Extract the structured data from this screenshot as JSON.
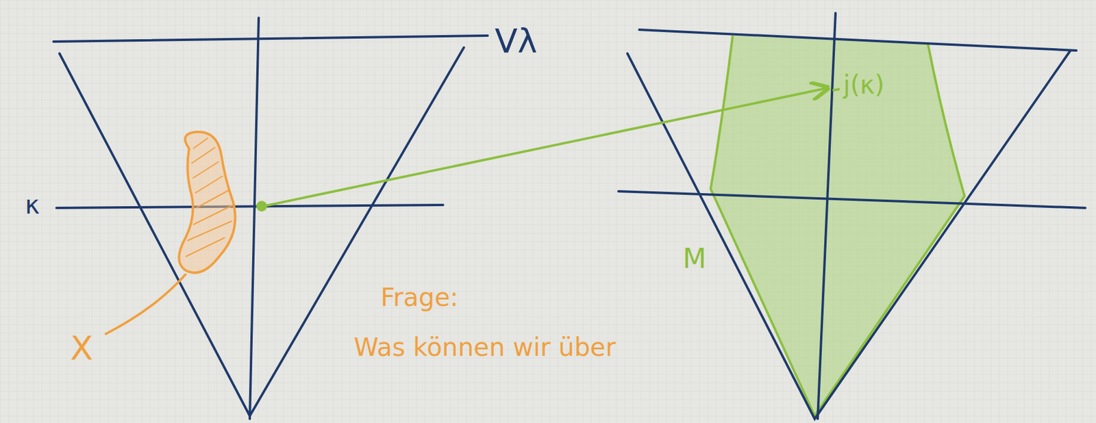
{
  "diagram": {
    "labels": [
      "Vλ",
      "κ",
      "X",
      "j(κ)",
      "M",
      "Frage:",
      "Was können wir über"
    ]
  }
}
